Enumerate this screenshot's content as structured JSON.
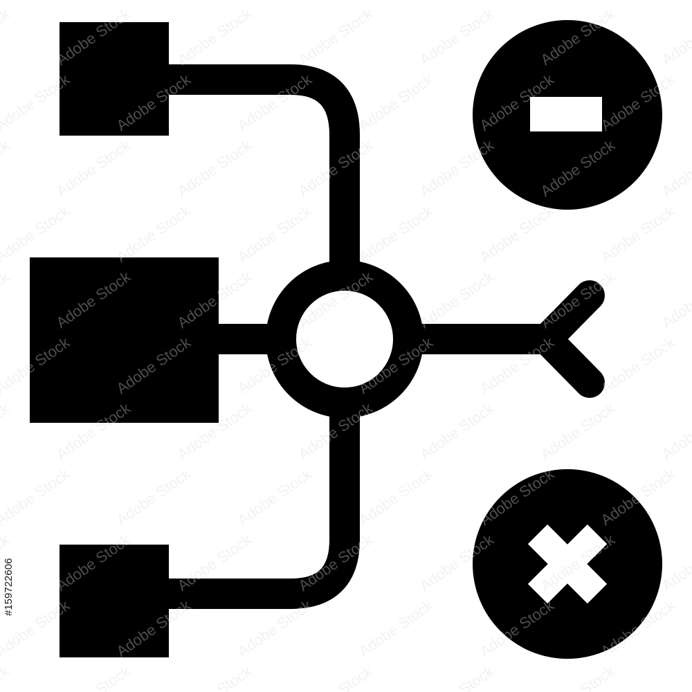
{
  "icon": {
    "name": "workflow-decision-icon",
    "foreground_color": "#000000",
    "background_color": "#ffffff",
    "elements": [
      "process-box-top",
      "process-box-middle",
      "process-box-bottom",
      "junction-node",
      "split-arrow",
      "minus-circle-icon",
      "cross-circle-icon"
    ]
  },
  "watermark": {
    "text": "Adobe Stock",
    "color": "#d9d9d9"
  },
  "stock_id": "#159722606"
}
